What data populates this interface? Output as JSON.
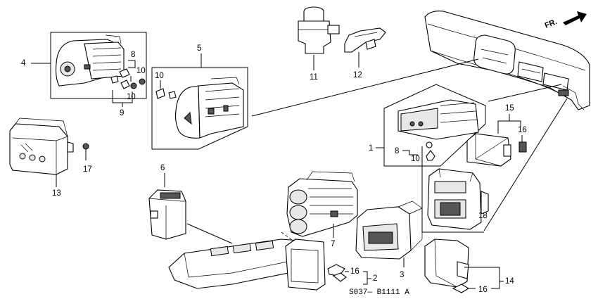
{
  "diagram": {
    "code": "S037— B1111 A",
    "direction_label": "FR.",
    "callouts": {
      "c1": "1",
      "c2": "2",
      "c3": "3",
      "c4": "4",
      "c5": "5",
      "c6": "6",
      "c7": "7",
      "c8a": "8",
      "c8b": "8",
      "c9": "9",
      "c10a": "10",
      "c10b": "10",
      "c10c": "10",
      "c10d": "10",
      "c11": "11",
      "c12": "12",
      "c13": "13",
      "c14": "14",
      "c15": "15",
      "c16a": "16",
      "c16b": "16",
      "c16c": "16",
      "c17": "17",
      "c18": "18"
    }
  }
}
